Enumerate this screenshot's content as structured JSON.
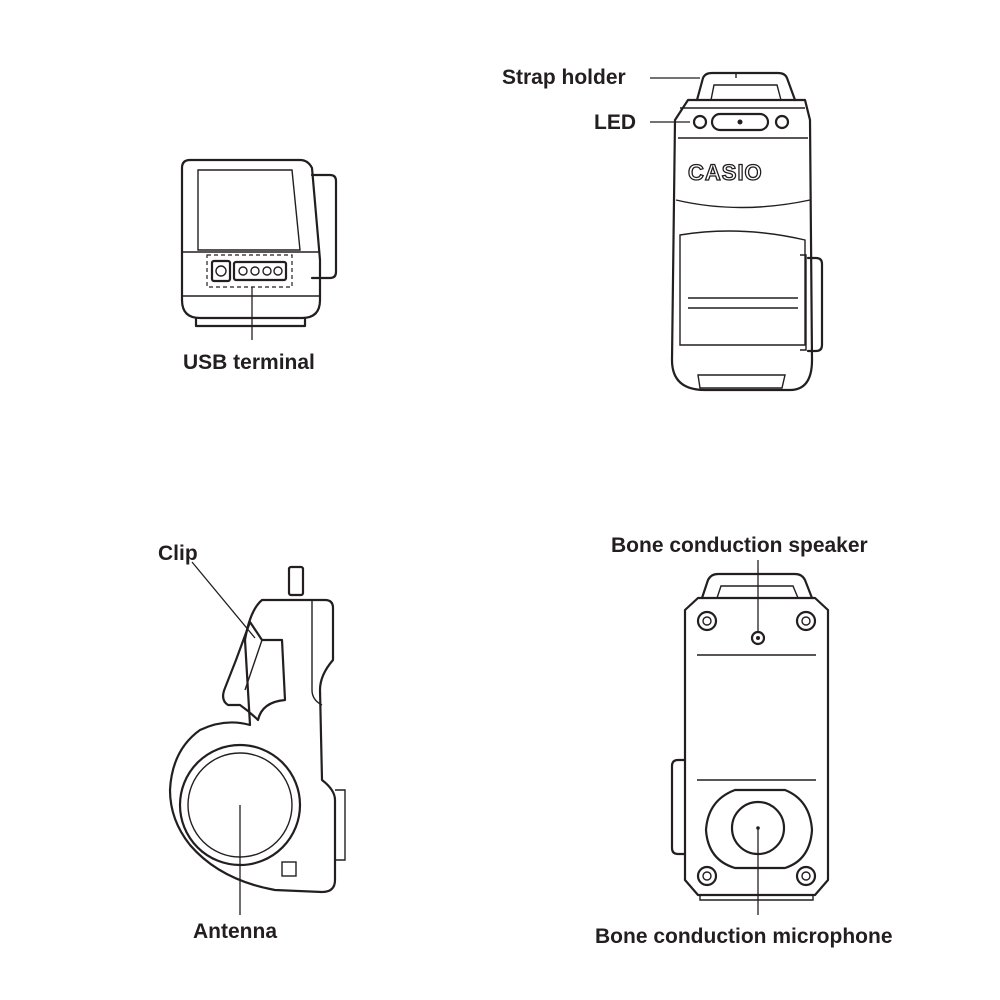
{
  "labels": {
    "strap_holder": "Strap holder",
    "led": "LED",
    "usb_terminal": "USB terminal",
    "clip": "Clip",
    "antenna": "Antenna",
    "bone_speaker": "Bone conduction speaker",
    "bone_microphone": "Bone conduction microphone"
  },
  "brand": "CASIO",
  "colors": {
    "line": "#231f20",
    "background": "#ffffff"
  }
}
